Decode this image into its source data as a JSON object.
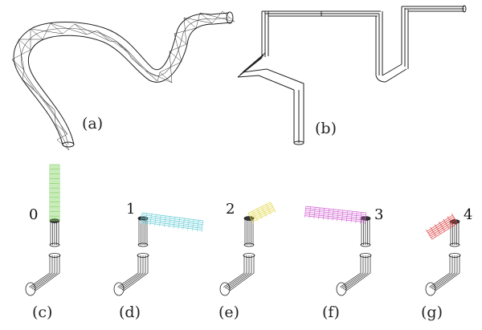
{
  "figure": {
    "panels": [
      {
        "id": "a",
        "label": "(a)"
      },
      {
        "id": "b",
        "label": "(b)"
      },
      {
        "id": "c",
        "label": "(c)"
      },
      {
        "id": "d",
        "label": "(d)"
      },
      {
        "id": "e",
        "label": "(e)"
      },
      {
        "id": "f",
        "label": "(f)"
      },
      {
        "id": "g",
        "label": "(g)"
      }
    ],
    "segment_numbers": [
      "0",
      "1",
      "2",
      "3",
      "4"
    ],
    "colors": {
      "line": "#222222",
      "segment_0": "#7ccf5a",
      "segment_1": "#6fd0d8",
      "segment_2": "#e0d84a",
      "segment_3": "#d36ad3",
      "segment_4": "#e04848"
    }
  }
}
